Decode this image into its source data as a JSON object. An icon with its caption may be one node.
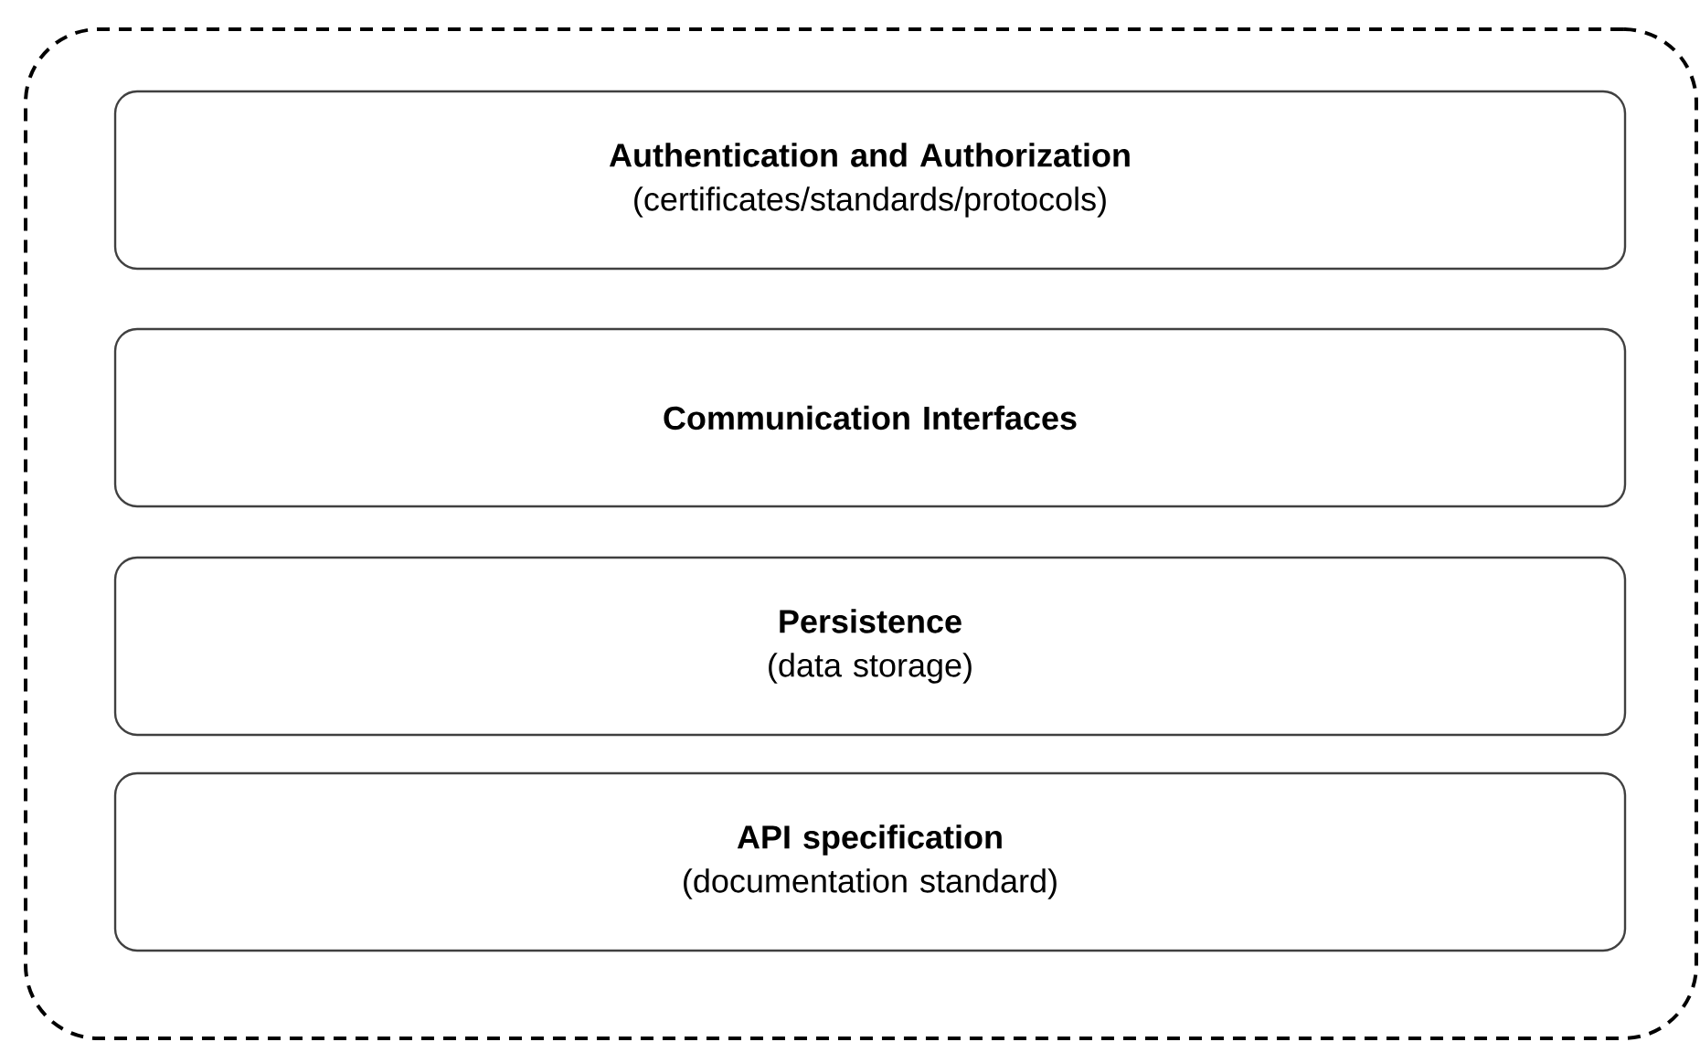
{
  "diagram": {
    "nodes": [
      {
        "text": [],
        "shape": "box"
      },
      {
        "text": [
          "Authentication and Authorization",
          "(certificates/standards/protocols)"
        ],
        "in": 0
      },
      {
        "text": [
          "Communication Interfaces"
        ],
        "in": 0
      },
      {
        "text": [
          "Persistence",
          "(data storage)"
        ],
        "in": 0
      },
      {
        "text": [
          "API specification",
          "(documentation standard)"
        ],
        "in": 0
      }
    ]
  }
}
